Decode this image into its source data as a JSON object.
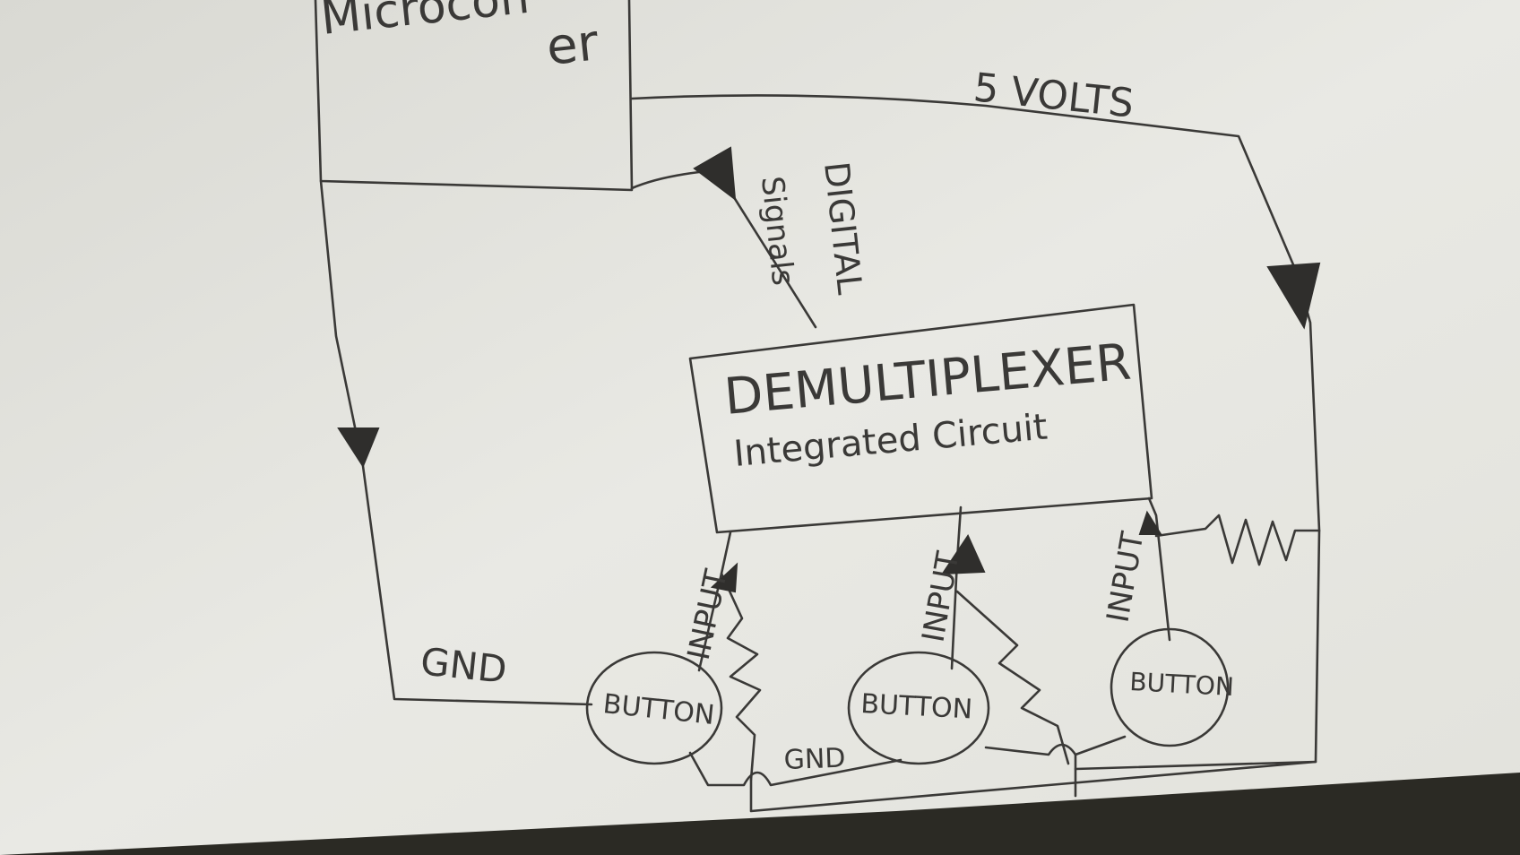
{
  "labels": {
    "microcontroller_top": "Microcon",
    "microcontroller_bottom": "er",
    "five_volts": "5 VOLTS",
    "digital": "DIGITAL",
    "signals": "Signals",
    "demux_title": "DEMULTIPLEXER",
    "demux_subtitle": "Integrated Circuit",
    "gnd_left": "GND",
    "gnd_bottom": "GND",
    "input_1": "INPUT",
    "input_2": "INPUT",
    "input_3": "INPUT",
    "button_1": "BUTTON",
    "button_2": "BUTTON",
    "button_3": "BUTTON"
  },
  "colors": {
    "paper": "#e6e6e0",
    "ink": "#3a3937",
    "table": "#2b2a24"
  }
}
